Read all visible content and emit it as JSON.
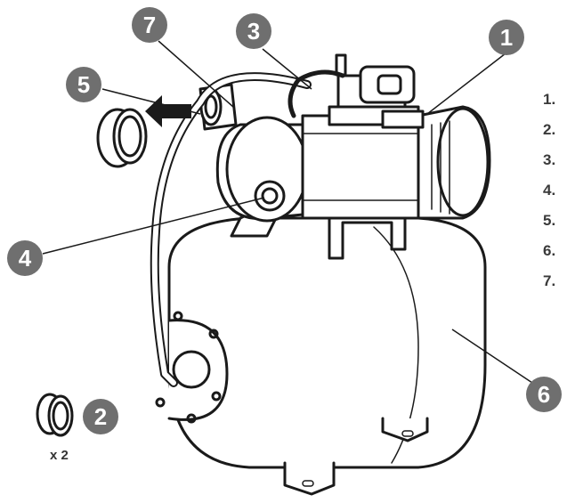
{
  "callouts": [
    "1",
    "2",
    "3",
    "4",
    "5",
    "6",
    "7"
  ],
  "legend": [
    "1.",
    "2.",
    "3.",
    "4.",
    "5.",
    "6.",
    "7."
  ],
  "quantity_label": "x 2",
  "colors": {
    "callout_fill": "#6f6f6f",
    "line": "#1a1a1a",
    "arrow": "#1a1a1a"
  }
}
